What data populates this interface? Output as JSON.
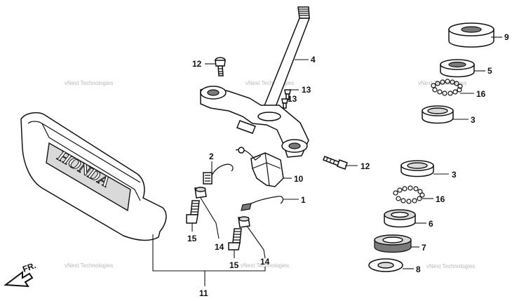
{
  "callouts": {
    "c4": "4",
    "c9": "9",
    "c5": "5",
    "c16a": "16",
    "c3a": "3",
    "c12a": "12",
    "c13a": "13",
    "c13b": "13",
    "c12b": "12",
    "c3b": "3",
    "c16b": "16",
    "c6": "6",
    "c7": "7",
    "c8": "8",
    "c2": "2",
    "c10": "10",
    "c1": "1",
    "c15a": "15",
    "c14a": "14",
    "c15b": "15",
    "c14b": "14",
    "c11": "11"
  },
  "cover_logo": "HONDA",
  "front_arrow_label": "FR.",
  "watermark": "vNext Technologies",
  "colors": {
    "line": "#111111",
    "shade": "#d9d9d9",
    "watermark": "#b8b8b8"
  }
}
